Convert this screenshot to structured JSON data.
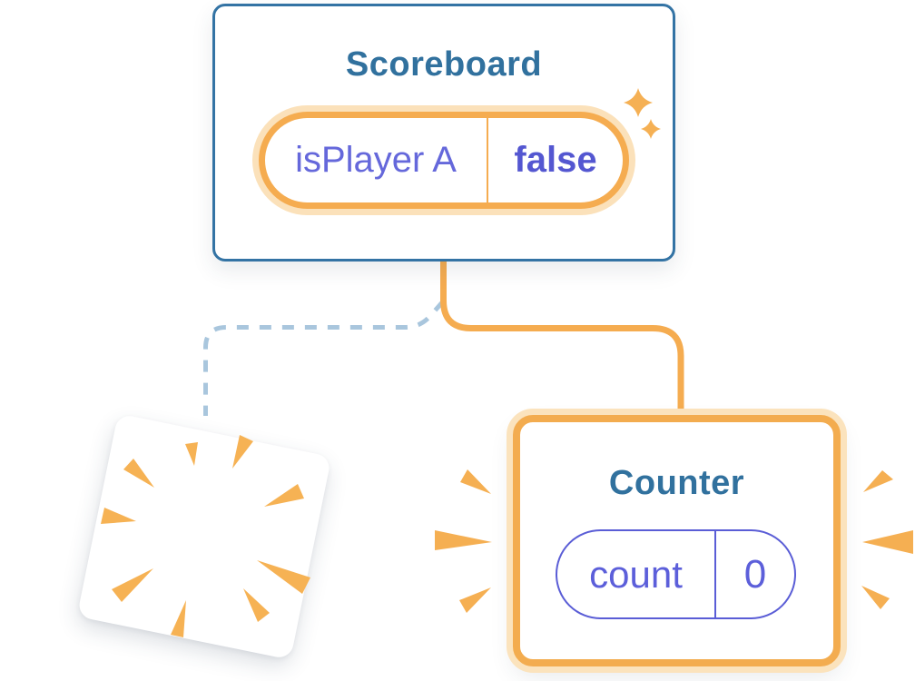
{
  "scoreboard": {
    "title": "Scoreboard",
    "state_key": "isPlayer A",
    "state_value": "false"
  },
  "counter": {
    "title": "Counter",
    "state_key": "count",
    "state_value": "0"
  },
  "icons": {
    "sparkles": "sparkle-icon",
    "poof_burst": "burst-icon",
    "emphasis_marks": "emphasis-icon"
  },
  "colors": {
    "accent_orange": "#F5AC50",
    "orange_glow": "#FBE1BA",
    "card_border_blue": "#3373A4",
    "title_blue": "#31719E",
    "state_purple": "#6568DB",
    "state_value_purple": "#5457D1",
    "pill_border_purple": "#5A5DD6",
    "dashed_line_blue": "#A9C6DD",
    "background": "#FFFFFF"
  }
}
